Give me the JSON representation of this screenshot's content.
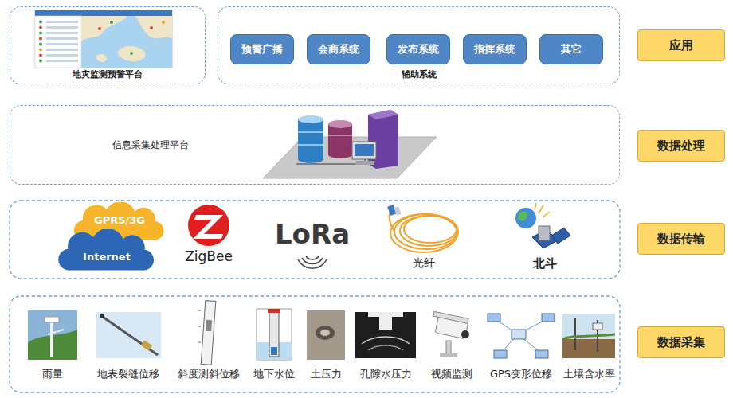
{
  "diagram": {
    "nodes": [
      {
        "text": [
          "地灾监测预警平台"
        ]
      },
      {
        "text": [
          "辅助系统"
        ]
      },
      {
        "text": [
          "预警广播"
        ],
        "in": 1
      },
      {
        "text": [
          "会商系统"
        ],
        "in": 1
      },
      {
        "text": [
          "发布系统"
        ],
        "in": 1
      },
      {
        "text": [
          "指挥系统"
        ],
        "in": 1
      },
      {
        "text": [
          "其它"
        ],
        "in": 1
      },
      {
        "text": [
          "应用"
        ]
      },
      {
        "text": [
          "信息采集处理平台"
        ]
      },
      {
        "text": [
          "数据处理"
        ]
      },
      {
        "text": [
          "GPRS/3G"
        ]
      },
      {
        "text": [
          "Internet"
        ]
      },
      {
        "text": [
          "数据传输"
        ]
      },
      {
        "text": [
          "数据采集"
        ]
      }
    ],
    "labels": [
      "ZigBee",
      "LoRa",
      "光纤",
      "北斗",
      "雨量",
      "地表裂缝位移",
      "斜度测斜位移",
      "地下水位",
      "土压力",
      "孔隙水压力",
      "视频监测",
      "GPS变形位移",
      "土壤含水率"
    ]
  }
}
